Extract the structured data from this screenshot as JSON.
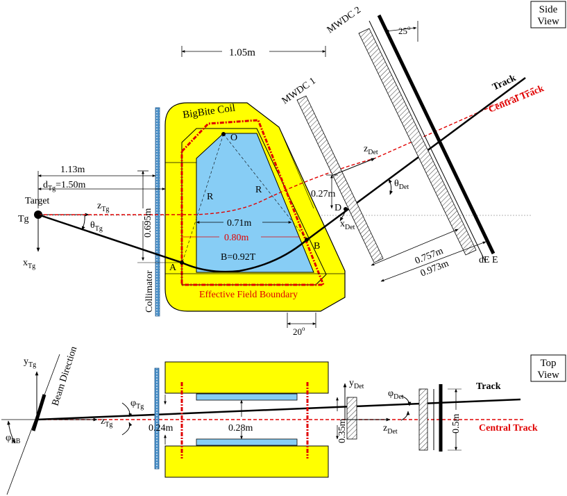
{
  "side_view": {
    "view_label_1": "Side",
    "view_label_2": "View",
    "dim_1_05": "1.05m",
    "dim_1_13": "1.13m",
    "dim_dtg": "d",
    "dim_dtg_sub": "Tg",
    "dim_dtg_val": "=1.50m",
    "dim_0_695": "0.695m",
    "dim_0_71": "0.71m",
    "dim_0_80": "0.80m",
    "dim_0_27": "0.27m",
    "dim_0_757": "0.757m",
    "dim_0_973": "0.973m",
    "angle_25": "25",
    "angle_20": "20",
    "deg": "o",
    "target": "Target",
    "tg": "Tg",
    "coil": "BigBite Coil",
    "collimator": "Collimator",
    "field": "B=0.92T",
    "boundary": "Effective Field Boundary",
    "mwdc1": "MWDC 1",
    "mwdc2": "MWDC 2",
    "de_e": "dE E",
    "track": "Track",
    "central_track": "Central Track",
    "pt_o": "O",
    "pt_a": "A",
    "pt_b": "B",
    "pt_d": "D",
    "r": "R",
    "z": "z",
    "x": "x",
    "theta": "θ",
    "sub_tg": "Tg",
    "sub_det": "Det"
  },
  "top_view": {
    "view_label_1": "Top",
    "view_label_2": "View",
    "beam_direction": "Beam Direction",
    "track": "Track",
    "central_track": "Central Track",
    "dim_0_24": "0.24m",
    "dim_0_28": "0.28m",
    "dim_0_35": "0.35m",
    "dim_0_5": "0.5m",
    "y": "y",
    "z": "z",
    "phi": "φ",
    "sub_tg": "Tg",
    "sub_det": "Det",
    "sub_bb": "BB"
  },
  "colors": {
    "magnet_yellow": "#ffff00",
    "gap_blue": "#87cdf5",
    "boundary_red": "#e00000",
    "collimator_blue": "#4a90c8"
  }
}
